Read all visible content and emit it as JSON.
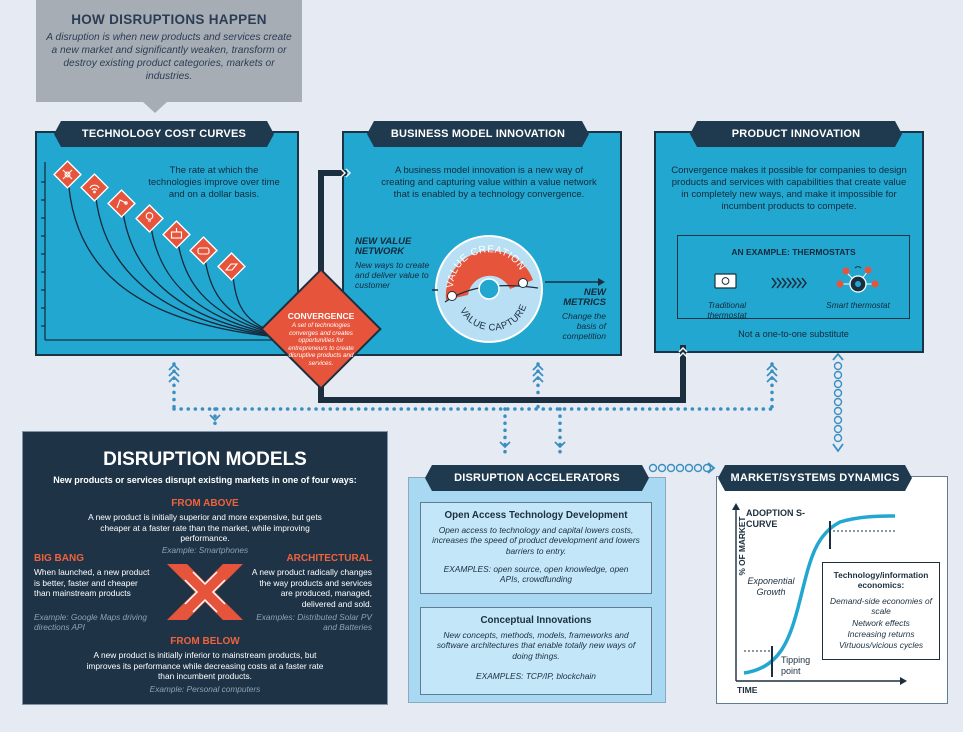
{
  "callout": {
    "title": "HOW DISRUPTIONS HAPPEN",
    "body": "A disruption is when new products and services create a new market and significantly weaken, transform or destroy existing product categories, markets or industries."
  },
  "tech_cost": {
    "title": "TECHNOLOGY COST CURVES",
    "body": "The rate at which the technologies improve over time and on a dollar basis.",
    "icons": [
      "network-icon",
      "wifi-icon",
      "robot-arm-icon",
      "lightbulb-icon",
      "3d-printer-icon",
      "vr-headset-icon",
      "solar-panel-icon"
    ]
  },
  "convergence": {
    "title": "CONVERGENCE",
    "body": "A set of technologies converges and creates opportunities for entrepreneurs to create disruptive products and services."
  },
  "business_model": {
    "title": "BUSINESS MODEL INNOVATION",
    "body": "A business model innovation is a new way of creating and capturing value within a value network that is enabled by a technology convergence.",
    "nvn_title": "NEW VALUE NETWORK",
    "nvn_body": "New ways to create and deliver value to customer",
    "value_creation": "VALUE CREATION",
    "value_capture": "VALUE CAPTURE",
    "nm_title": "NEW METRICS",
    "nm_body": "Change the basis of competition"
  },
  "product": {
    "title": "PRODUCT INNOVATION",
    "body": "Convergence makes it possible for companies to design products and services with capabilities that create value in completely new ways, and make it impossible for incumbent products to compete.",
    "example_title": "AN EXAMPLE: THERMOSTATS",
    "traditional": "Traditional thermostat",
    "smart": "Smart thermostat",
    "footer": "Not a one-to-one substitute"
  },
  "disruption_models": {
    "title": "DISRUPTION MODELS",
    "subtitle": "New products or services  disrupt existing markets in one of four ways:",
    "from_above": {
      "title": "FROM ABOVE",
      "body": "A new product is initially superior and more expensive, but gets cheaper at a faster rate than the market, while improving performance.",
      "example": "Example: Smartphones"
    },
    "big_bang": {
      "title": "BIG BANG",
      "body": "When launched, a new product is better, faster and cheaper than mainstream products",
      "example": "Example: Google Maps driving directions API"
    },
    "architectural": {
      "title": "ARCHITECTURAL",
      "body": "A new product radically changes the way products and services are produced, managed, delivered and sold.",
      "example": "Examples: Distributed Solar PV and Batteries"
    },
    "from_below": {
      "title": "FROM BELOW",
      "body": "A new product is initially inferior to mainstream products, but improves its performance while decreasing costs at a faster rate than incumbent products.",
      "example": "Example: Personal computers"
    }
  },
  "accelerators": {
    "title": "DISRUPTION ACCELERATORS",
    "oatd_title": "Open Access Technology Development",
    "oatd_body": "Open access to technology and capital lowers costs, increases the speed of product development and lowers barriers to entry.",
    "oatd_examples": "EXAMPLES:  open source, open knowledge, open APIs, crowdfunding",
    "ci_title": "Conceptual Innovations",
    "ci_body": "New concepts, methods, models, frameworks and software architectures that enable totally new ways of doing things.",
    "ci_examples": "EXAMPLES:    TCP/IP, blockchain"
  },
  "market": {
    "title": "MARKET/SYSTEMS DYNAMICS",
    "adoption": "ADOPTION S-CURVE",
    "y_label": "% OF MARKET",
    "x_label": "TIME",
    "exp_growth": "Exponential Growth",
    "tipping": "Tipping point",
    "econ_title": "Technology/information economics:",
    "econ_items": [
      "Demand-side economies of scale",
      "Network effects",
      "Increasing returns",
      "Virtuous/vicious cycles"
    ]
  },
  "colors": {
    "panel_blue": "#22a7d1",
    "navy": "#1f3a4e",
    "convergence_red": "#e6543c",
    "connector_blue": "#3a8fc0",
    "light_blue": "#a9d9f2",
    "orange_title": "#f0623e"
  }
}
